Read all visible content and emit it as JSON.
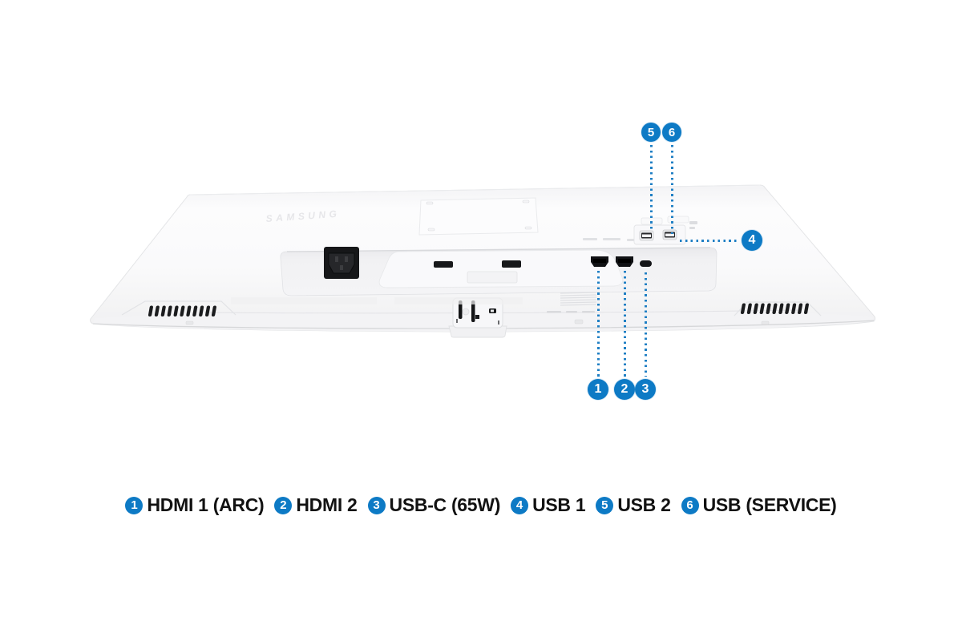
{
  "diagram": {
    "title_hint": "monitor-rear-ports-callout-diagram",
    "brand_logo": "SAMSUNG",
    "callouts": [
      {
        "number": "1",
        "label": "HDMI 1 (ARC)"
      },
      {
        "number": "2",
        "label": "HDMI 2"
      },
      {
        "number": "3",
        "label": "USB-C (65W)"
      },
      {
        "number": "4",
        "label": "USB 1"
      },
      {
        "number": "5",
        "label": "USB 2"
      },
      {
        "number": "6",
        "label": "USB (SERVICE)"
      }
    ]
  },
  "colors": {
    "callout_blue": "#0d7ac5",
    "leader_dot_blue": "#1f7fc4",
    "legend_text": "#121212",
    "port_black": "#141518",
    "body_white": "#fafafb"
  }
}
